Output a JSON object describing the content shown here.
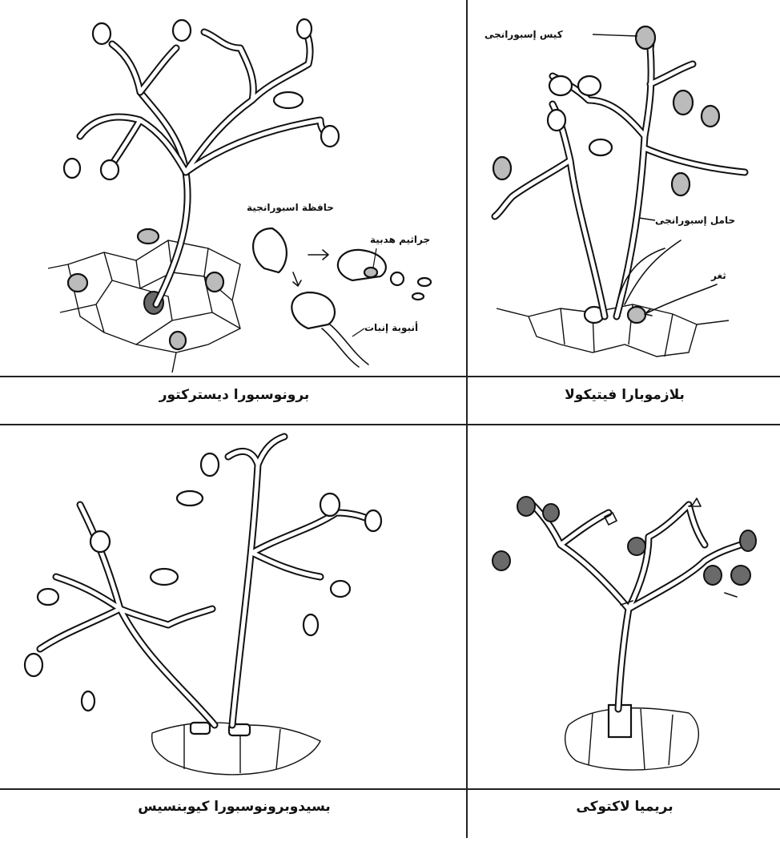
{
  "panels": {
    "top_left": {
      "caption": "برونوسبورا ديستركتور",
      "labels": {
        "sporangium_wall": "حافظة اسبورانجية",
        "zoospores": "جراثيم هدبية",
        "germ_tube": "أنبوبة إنبات"
      }
    },
    "top_right": {
      "caption": "بلازموبارا فيتيكولا",
      "labels": {
        "sporangium": "كيس إسبورانجى",
        "sporangiophore": "حامل إسبورانجى",
        "stoma": "ثغر"
      }
    },
    "bottom_left": {
      "caption": "بسيدوبرونوسبورا كيوبنسيس"
    },
    "bottom_right": {
      "caption": "بريميا لاكتوكى"
    }
  }
}
